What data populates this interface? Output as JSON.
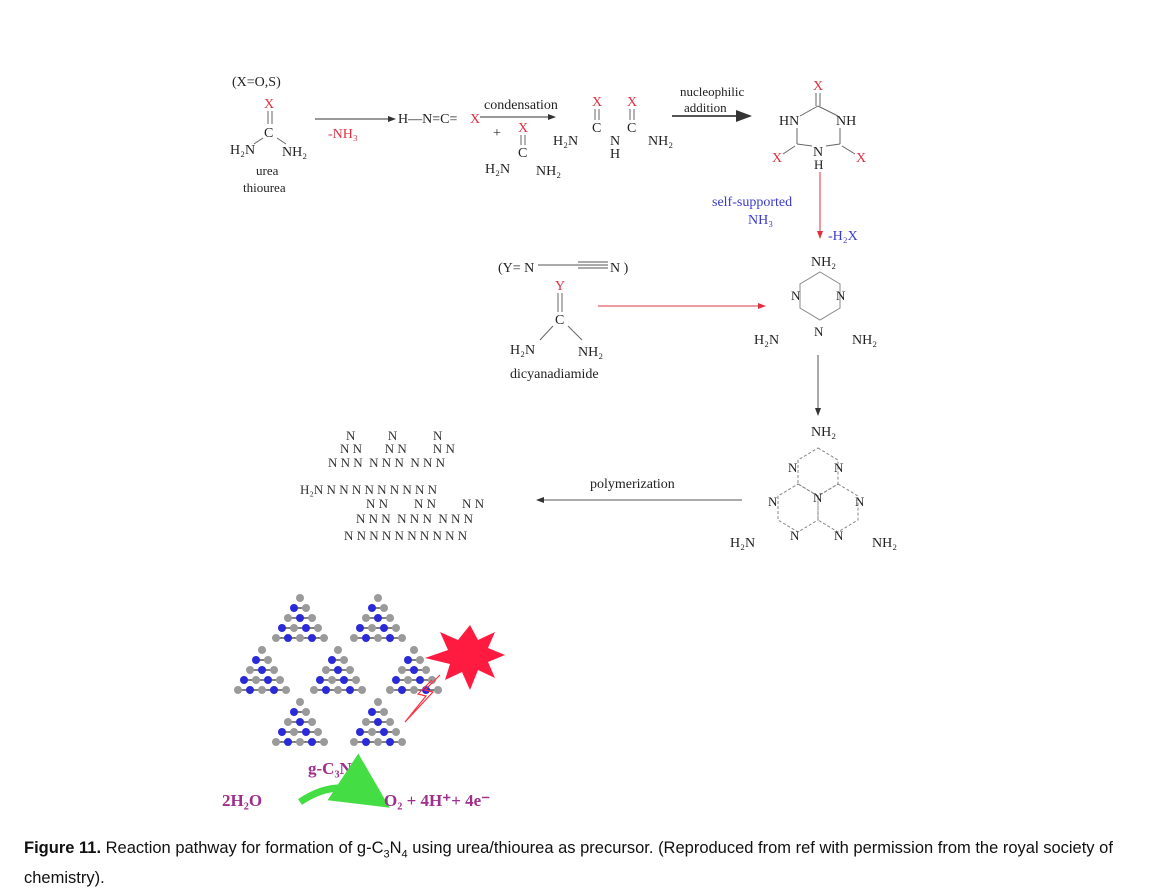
{
  "figure": {
    "urea_step": {
      "condition": "(X=O,S)",
      "x": "X",
      "c": "C",
      "h2n": "H₂N",
      "nh2": "NH₂",
      "name1": "urea",
      "name2": "thiourea",
      "minus_nh3": "-NH₃",
      "isocyanic": "H—N=C=",
      "plus": "+",
      "condensation": "condensation",
      "n": "N",
      "h": "H",
      "nucleophilic": "nucleophilic",
      "addition": "addition",
      "hn": "HN",
      "nh": "NH"
    },
    "self_supported": "self-supported",
    "nh3": "NH₃",
    "minus_h2x": "-H₂X",
    "dicyan": {
      "condition_left": "(Y= N",
      "condition_right": "N )",
      "y": "Y",
      "name": "dicyanadiamide"
    },
    "polymerization": "polymerization",
    "polymer_rows": [
      "N          N           N",
      "N N       N N        N N",
      "N N N  N N N  N N N",
      "H₂N N N N N N N N N N",
      "N N        N N        N N",
      "N N N  N N N  N N N",
      "N N N N N N N N N N"
    ],
    "product": "g-C₃N₄",
    "water": "2H₂O",
    "oxygen": "O₂ + 4H⁺+ 4e⁻"
  },
  "caption": {
    "label": "Figure 11.",
    "text_before": " Reaction pathway for formation of g-C",
    "sub1": "3",
    "mid": "N",
    "sub2": "4",
    "text_after": " using urea/thiourea as precursor. (Reproduced from ref with permission from the royal society of chemistry)."
  },
  "colors": {
    "red": "#e03040",
    "blue": "#3a3ad0",
    "purple": "#a02e8c",
    "green": "#44dd44",
    "atom_n": "#2a2ad8",
    "atom_c": "#9a9a9a"
  }
}
